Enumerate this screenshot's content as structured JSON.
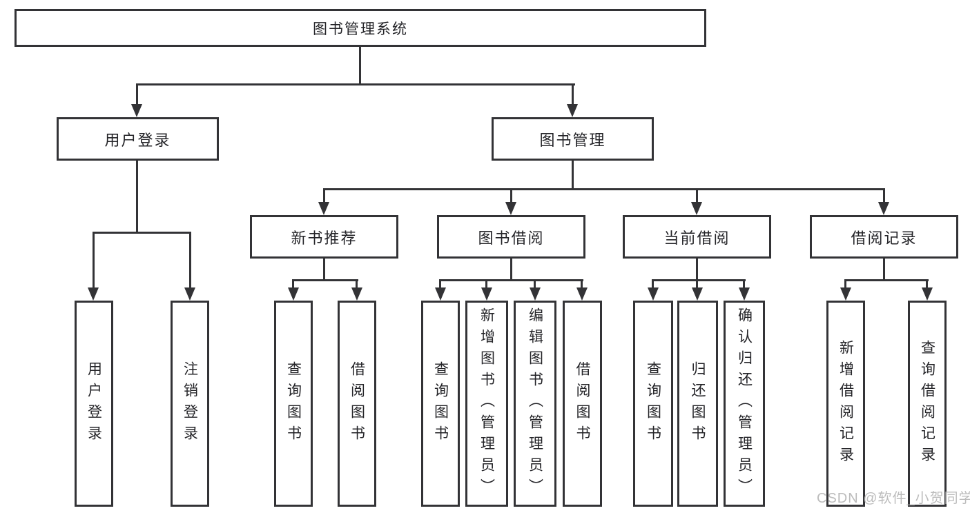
{
  "diagram": {
    "type": "hierarchy-tree",
    "root": {
      "label": "图书管理系统",
      "children": [
        {
          "label": "用户登录",
          "children": [
            {
              "label": "用户登录"
            },
            {
              "label": "注销登录"
            }
          ]
        },
        {
          "label": "图书管理",
          "children": [
            {
              "label": "新书推荐",
              "children": [
                {
                  "label": "查询图书"
                },
                {
                  "label": "借阅图书"
                }
              ]
            },
            {
              "label": "图书借阅",
              "children": [
                {
                  "label": "查询图书"
                },
                {
                  "label": "新增图书（管理员）"
                },
                {
                  "label": "编辑图书（管理员）"
                },
                {
                  "label": "借阅图书"
                }
              ]
            },
            {
              "label": "当前借阅",
              "children": [
                {
                  "label": "查询图书"
                },
                {
                  "label": "归还图书"
                },
                {
                  "label": "确认归还（管理员）"
                }
              ]
            },
            {
              "label": "借阅记录",
              "children": [
                {
                  "label": "新增借阅记录"
                },
                {
                  "label": "查询借阅记录"
                }
              ]
            }
          ]
        }
      ]
    }
  },
  "watermark": {
    "text": "CSDN @软件_小贺同学"
  },
  "colors": {
    "line": "#333336",
    "text": "#242428",
    "box_fill": "#ffffff",
    "background": "#ffffff",
    "watermark": "#b5b5b5"
  }
}
